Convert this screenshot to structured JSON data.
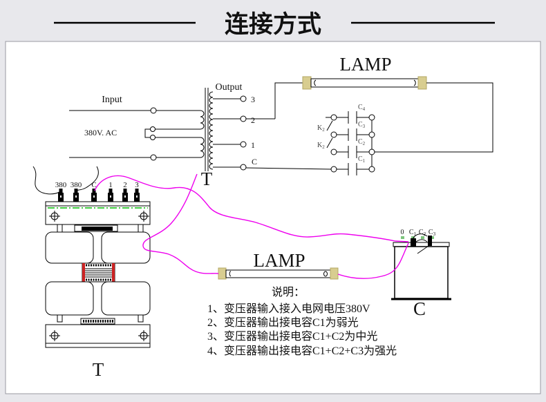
{
  "title": {
    "text": "连接方式"
  },
  "schematic": {
    "input_label": "Input",
    "voltage": "380V. AC",
    "output_label": "Output",
    "transformer_label": "T",
    "lamp_label": "LAMP",
    "terminals": [
      "3",
      "2",
      "1",
      "C"
    ],
    "switches": [
      {
        "name": "K",
        "sub": "2"
      },
      {
        "name": "K",
        "sub": "2"
      }
    ],
    "capacitors": [
      {
        "name": "C",
        "sub": "4"
      },
      {
        "name": "C",
        "sub": "3"
      },
      {
        "name": "C",
        "sub": "2"
      },
      {
        "name": "C",
        "sub": "1"
      }
    ]
  },
  "transformer_unit": {
    "label": "T",
    "terminals": [
      "380",
      "380",
      "C",
      "1",
      "2",
      "3"
    ]
  },
  "lamp": {
    "label": "LAMP"
  },
  "capacitor_box": {
    "label": "C",
    "terminals": [
      {
        "name": "0",
        "sub": ""
      },
      {
        "name": "C",
        "sub": "1"
      },
      {
        "name": "C",
        "sub": "2"
      },
      {
        "name": "C",
        "sub": "3"
      }
    ]
  },
  "notes": {
    "heading": "说明：",
    "items": [
      "1、变压器输入接入电网电压380V",
      "2、变压器输出接电容C1为弱光",
      "3、变压器输出接电容C1+C2为中光",
      "4、变压器输出接电容C1+C2+C3为强光"
    ]
  },
  "colors": {
    "background": "#e8e8ec",
    "panel": "#ffffff",
    "magenta_wire": "#ee00ee",
    "green_line": "#00bb00",
    "red_bar": "#cc2222",
    "lamp_endcap": "#d8cd90",
    "terminal_380_label": "#7a4636"
  }
}
